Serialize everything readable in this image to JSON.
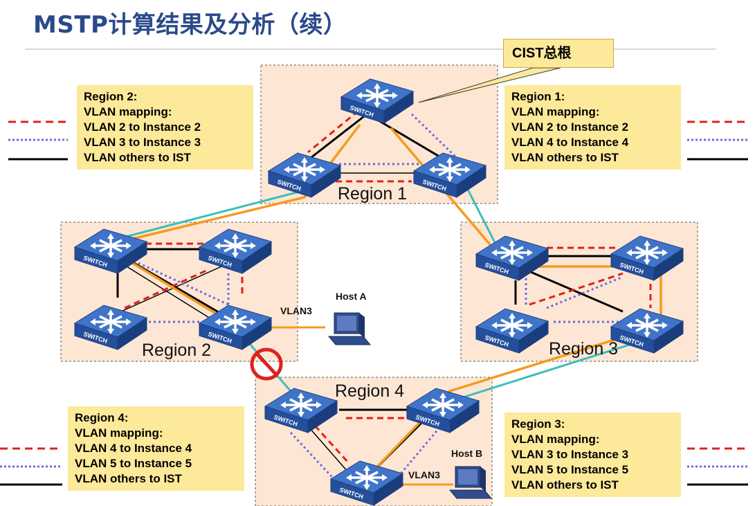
{
  "title": "MSTP计算结果及分析（续）",
  "callout": "CIST总根",
  "regions": {
    "r1": "Region 1",
    "r2": "Region 2",
    "r3": "Region 3",
    "r4": "Region 4"
  },
  "notes": {
    "region2": [
      "Region 2:",
      "VLAN mapping:",
      "VLAN 2 to Instance 2",
      "VLAN 3 to Instance 3",
      "VLAN others to IST"
    ],
    "region1": [
      "Region 1:",
      "VLAN mapping:",
      "VLAN 2 to Instance 2",
      "VLAN 4 to Instance 4",
      "VLAN others to IST"
    ],
    "region4": [
      "Region 4:",
      "VLAN mapping:",
      "VLAN 4 to Instance 4",
      "VLAN 5 to Instance 5",
      "VLAN others to IST"
    ],
    "region3": [
      "Region 3:",
      "VLAN mapping:",
      "VLAN 3 to Instance 3",
      "VLAN 5 to Instance 5",
      "VLAN others to IST"
    ]
  },
  "hosts": {
    "a": "Host A",
    "b": "Host B",
    "vlan_a": "VLAN3",
    "vlan_b": "VLAN3"
  },
  "switch_label": "SWITCH",
  "colors": {
    "title": "#2a4a8a",
    "note_bg": "#fde99a",
    "region_bg": "#fde6d4",
    "instance_red": "#e0201c",
    "instance_blue": "#6b6bdc",
    "ist": "#000000",
    "cist_path": "#f59a1c",
    "inter_region_link": "#3bbfb8",
    "switch_blue": "#2a57a8",
    "blocked": "#e0201c"
  }
}
